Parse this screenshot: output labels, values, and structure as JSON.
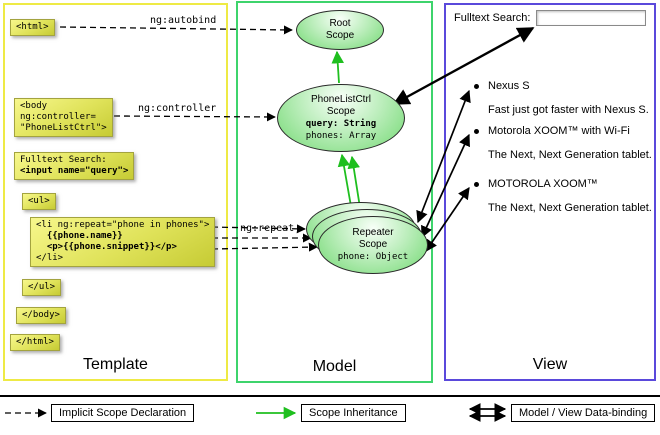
{
  "columns": {
    "template": {
      "label": "Template"
    },
    "model": {
      "label": "Model"
    },
    "view": {
      "label": "View"
    }
  },
  "arrow_labels": {
    "autobind": "ng:autobind",
    "controller": "ng:controller",
    "repeat": "ng:repeat"
  },
  "template_code": {
    "html_open": "<html>",
    "body_open": [
      "<body",
      "ng:controller=",
      "\"PhoneListCtrl\">"
    ],
    "fulltext": [
      "Fulltext Search:",
      "<input name=\"query\">"
    ],
    "ul_open": "<ul>",
    "li_repeat": [
      "<li ng:repeat=\"phone in phones\">",
      "  {{phone.name}}",
      "  <p>{{phone.snippet}}</p>",
      "</li>"
    ],
    "ul_close": "</ul>",
    "body_close": "</body>",
    "html_close": "</html>"
  },
  "model": {
    "root_scope": {
      "name_lines": [
        "Root",
        "Scope"
      ]
    },
    "phonelist_scope": {
      "name_lines": [
        "PhoneListCtrl",
        "Scope"
      ],
      "prop_query": "query: String",
      "prop_phones": "phones: Array"
    },
    "repeater_scope": {
      "name_lines": [
        "Repeater",
        "Scope"
      ],
      "prop_phone": "phone: Object"
    }
  },
  "view": {
    "search_label": "Fulltext Search:",
    "search_value": "",
    "items": [
      {
        "name": "Nexus S",
        "snippet": "Fast just got faster with Nexus S."
      },
      {
        "name": "Motorola XOOM™ with Wi-Fi",
        "snippet": "The Next, Next Generation tablet."
      },
      {
        "name": "MOTOROLA XOOM™",
        "snippet": "The Next, Next Generation tablet."
      }
    ]
  },
  "legend": {
    "implicit": "Implicit Scope Declaration",
    "inheritance": "Scope Inheritance",
    "databinding": "Model / View Data-binding"
  },
  "colors": {
    "template_border": "#eeea45",
    "model_border": "#3ed46c",
    "view_border": "#5a49db",
    "code_box": "#e2e35c",
    "scope_fill": "#72d972",
    "inheritance_arrow": "#1fbf1f"
  }
}
